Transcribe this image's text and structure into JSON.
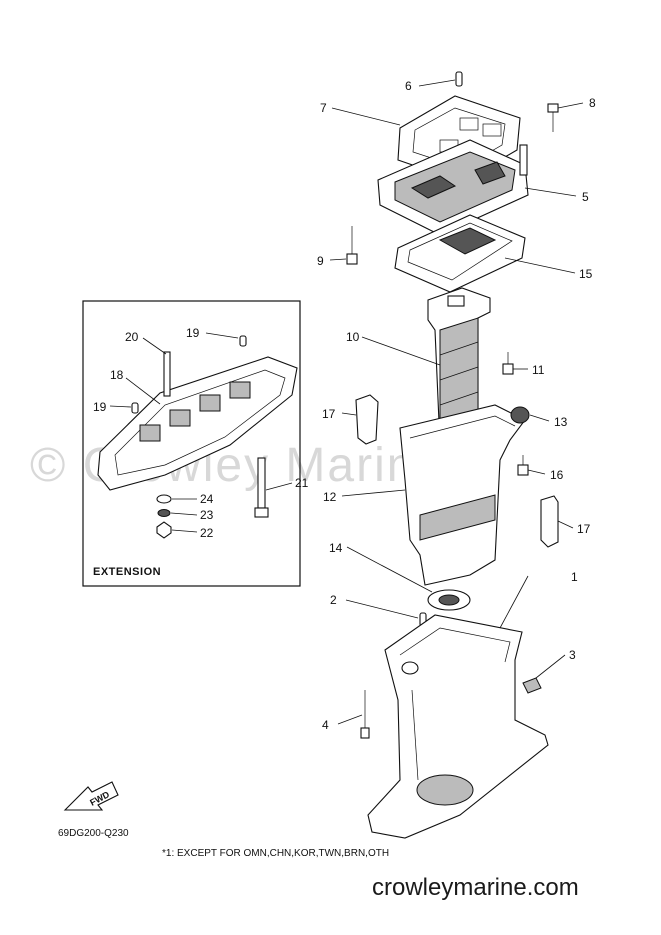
{
  "diagram": {
    "code": "69DG200-Q230",
    "footnote": "*1: EXCEPT FOR OMN,CHN,KOR,TWN,BRN,OTH",
    "inset_label": "EXTENSION",
    "fwd_label": "FWD",
    "watermark": "© Crowley Marine",
    "site_name": "crowleymarine.com",
    "callouts": [
      "1",
      "2",
      "3",
      "4",
      "5",
      "6",
      "7",
      "8",
      "9",
      "10",
      "11",
      "12",
      "13",
      "14",
      "15",
      "16",
      "17",
      "17",
      "18",
      "19",
      "19",
      "20",
      "21",
      "22",
      "23",
      "24"
    ]
  }
}
